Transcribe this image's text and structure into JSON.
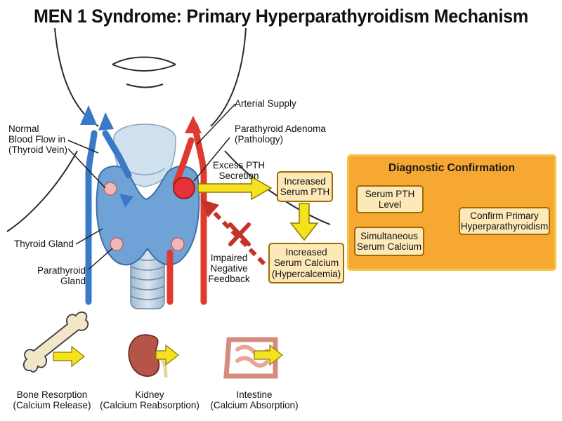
{
  "title": "MEN 1 Syndrome: Primary Hyperparathyroidism Mechanism",
  "labels": {
    "normal_blood_flow": [
      "Normal",
      "Blood Flow in",
      "(Thyroid Vein)"
    ],
    "arterial_supply": "Arterial Supply",
    "parathyroid_adenoma": [
      "Parathyroid Adenoma",
      "(Pathology)"
    ],
    "thyroid_gland": "Thyroid Gland",
    "parathyroid_gland": [
      "Parathyroid",
      "Gland"
    ],
    "excess_pth": [
      "Excess PTH",
      "Secretion"
    ],
    "impaired_feedback": [
      "Impaired",
      "Negative",
      "Feedback"
    ]
  },
  "flow_boxes": {
    "increased_pth": [
      "Increased",
      "Serum PTH"
    ],
    "increased_calcium": [
      "Increased",
      "Serum Calcium",
      "(Hypercalcemia)"
    ]
  },
  "diagnostic": {
    "title": "Diagnostic Confirmation",
    "serum_pth": [
      "Serum PTH",
      "Level"
    ],
    "serum_calcium": [
      "Simultaneous",
      "Serum Calcium"
    ],
    "confirm": [
      "Confirm Primary",
      "Hyperparathyroidism"
    ]
  },
  "organs": {
    "bone": [
      "Bone Resorption",
      "(Calcium Release)"
    ],
    "kidney": [
      "Kidney",
      "(Calcium Reabsorption)"
    ],
    "intestine": [
      "Intestine",
      "(Calcium Absorption)"
    ]
  },
  "colors": {
    "thyroid": "#6fa3d8",
    "artery": "#e03a2e",
    "vein": "#3a78c8",
    "arrow_yellow": "#f5e21f",
    "panel_orange": "#f7a832",
    "box_fill": "#fde8b8",
    "inhibition": "#c4332a"
  }
}
